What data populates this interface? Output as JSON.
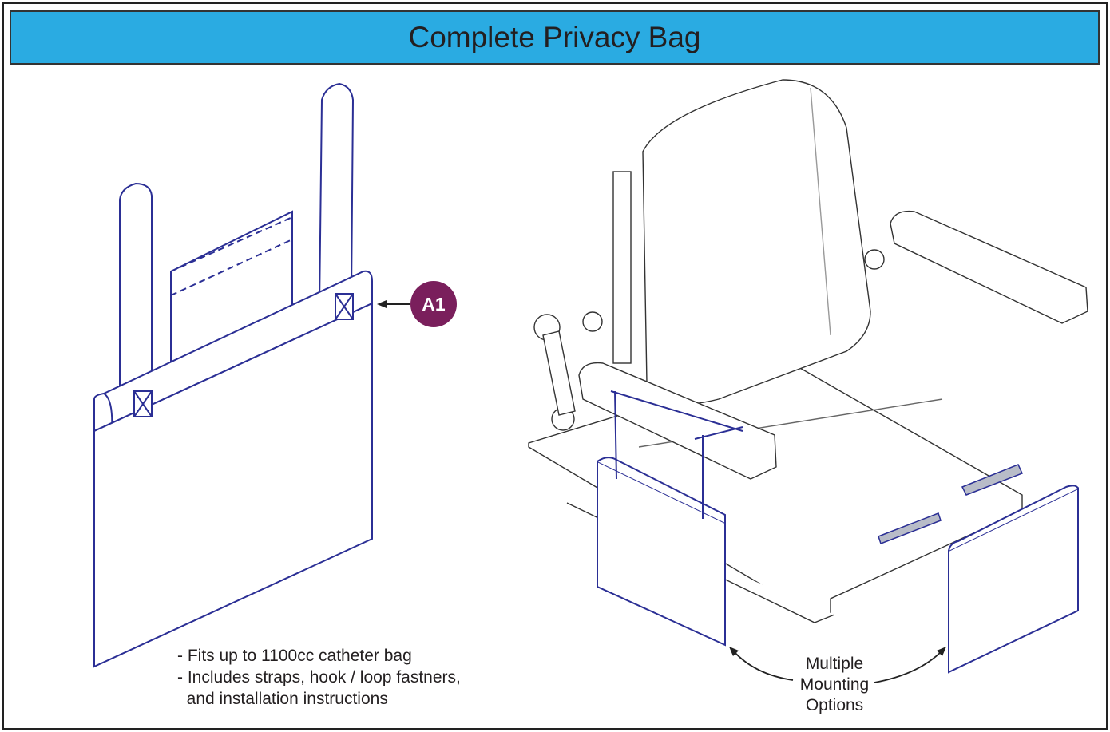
{
  "title": "Complete Privacy Bag",
  "callout": {
    "label": "A1",
    "color": "#7a1f5c"
  },
  "header_color": "#2aabe2",
  "notes": [
    "- Fits up to 1100cc catheter bag",
    "- Includes straps, hook / loop fastners,",
    "  and installation instructions"
  ],
  "mounting_label": [
    "Multiple",
    "Mounting",
    "Options"
  ]
}
